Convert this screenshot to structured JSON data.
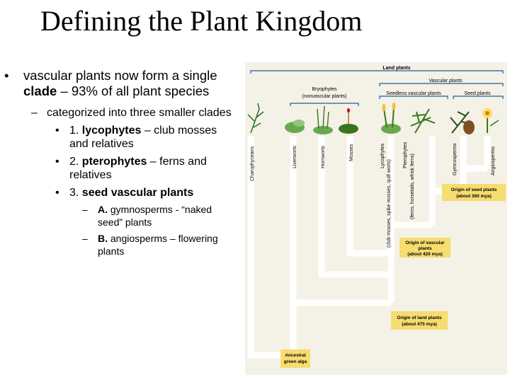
{
  "title": "Defining the Plant Kingdom",
  "bullet1": {
    "pre": "vascular plants now form a single ",
    "bold": "clade",
    "post": " – 93% of all plant species"
  },
  "sub1": "categorized into three smaller clades",
  "items": [
    {
      "num": "1. ",
      "bold": "lycophytes",
      "rest": " – club mosses and relatives"
    },
    {
      "num": "2. ",
      "bold": "pterophytes",
      "rest": " – ferns and relatives"
    },
    {
      "num": "3. ",
      "bold": "seed vascular plants",
      "rest": ""
    }
  ],
  "subitems": [
    {
      "bold": "A.",
      "text": " gymnosperms - “naked seed” plants"
    },
    {
      "bold": "B.",
      "text": " angiosperms – flowering plants"
    }
  ],
  "figure": {
    "groups": {
      "land_plants": "Land plants",
      "vascular_plants": "Vascular plants",
      "bryophytes": "Bryophytes",
      "bryophytes_note": "(nonvascular plants)",
      "seedless": "Seedless vascular plants",
      "seed_plants": "Seed plants"
    },
    "taxa": {
      "charophyceans": "Charophyceans",
      "liverworts": "Liverworts",
      "hornworts": "Hornworts",
      "mosses": "Mosses",
      "lycophytes": "Lycophytes",
      "lycophytes_note": "(club mosses, spike mosses, quill worts)",
      "pterophytes": "Pterophytes",
      "pterophytes_note": "(ferns, horsetails, whisk ferns)",
      "gymnosperms": "Gymnosperms",
      "angiosperms": "Angiosperms"
    },
    "origins": {
      "seed_l1": "Origin of seed plants",
      "seed_l2": "(about 360 mya)",
      "vascular_l1": "Origin of vascular",
      "vascular_l2": "plants",
      "vascular_l3": "(about 420 mya)",
      "land_l1": "Origin of land plants",
      "land_l2": "(about 475 mya)",
      "ancestral_l1": "Ancestral",
      "ancestral_l2": "green alga"
    },
    "colors": {
      "panel": "#f4f1e6",
      "line": "#ffffff",
      "box": "#f7dc6f",
      "bracket": "#1f5e99"
    }
  }
}
